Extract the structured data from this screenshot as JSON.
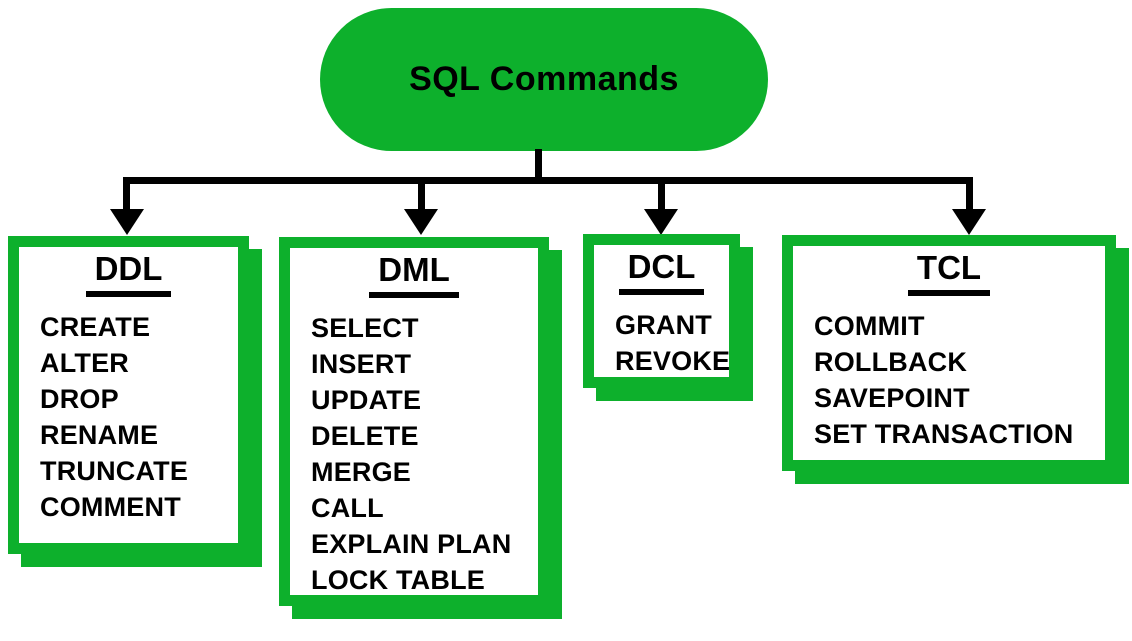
{
  "diagram": {
    "root_label": "SQL Commands",
    "colors": {
      "green": "#0db02c",
      "line": "#000000",
      "text": "#000000",
      "background": "#ffffff"
    },
    "groups": [
      {
        "id": "ddl",
        "title": "DDL",
        "items": [
          "CREATE",
          "ALTER",
          "DROP",
          "RENAME",
          "TRUNCATE",
          "COMMENT"
        ]
      },
      {
        "id": "dml",
        "title": "DML",
        "items": [
          "SELECT",
          "INSERT",
          "UPDATE",
          "DELETE",
          "MERGE",
          "CALL",
          "EXPLAIN PLAN",
          "LOCK TABLE"
        ]
      },
      {
        "id": "dcl",
        "title": "DCL",
        "items": [
          "GRANT",
          "REVOKE"
        ]
      },
      {
        "id": "tcl",
        "title": "TCL",
        "items": [
          "COMMIT",
          "ROLLBACK",
          "SAVEPOINT",
          "SET TRANSACTION"
        ]
      }
    ]
  }
}
